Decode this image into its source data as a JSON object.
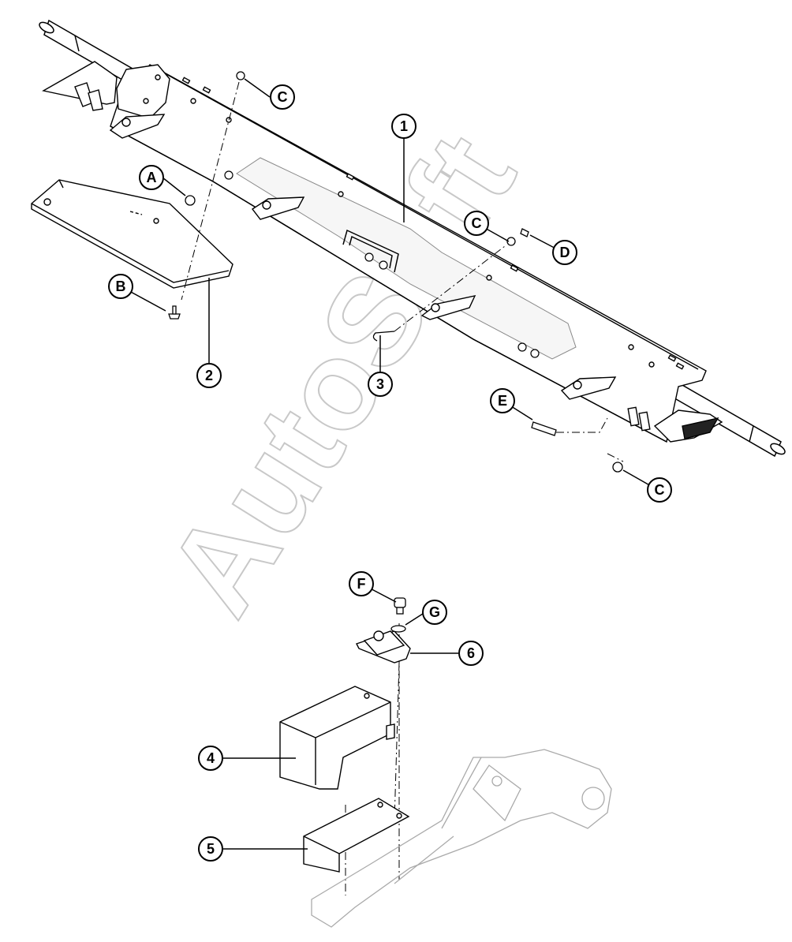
{
  "diagram": {
    "watermark": "AutoSoft",
    "callouts": {
      "c1": "1",
      "c2": "2",
      "c3": "3",
      "c4": "4",
      "c5": "5",
      "c6": "6",
      "cA": "A",
      "cB": "B",
      "cC1": "C",
      "cC2": "C",
      "cC3": "C",
      "cD": "D",
      "cE": "E",
      "cF": "F",
      "cG": "G"
    }
  },
  "colors": {
    "line": "#000000",
    "watermark": "#c8c8c8",
    "background": "#ffffff"
  }
}
